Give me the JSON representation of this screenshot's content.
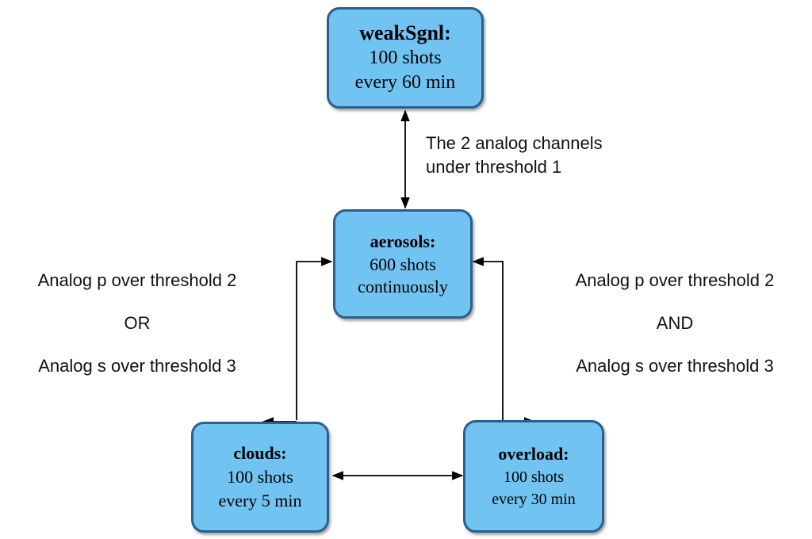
{
  "nodes": {
    "weaksgnl": {
      "title": "weakSgnl:",
      "line1": "100 shots",
      "line2": "every 60 min"
    },
    "aerosols": {
      "title": "aerosols:",
      "line1": "600 shots",
      "line2": "continuously"
    },
    "clouds": {
      "title": "clouds:",
      "line1": "100 shots",
      "line2": "every 5 min"
    },
    "overload": {
      "title": "overload:",
      "line1": "100 shots",
      "line2": "every 30 min"
    }
  },
  "labels": {
    "top_line1": "The 2 analog channels",
    "top_line2": "under threshold 1",
    "left_line1": "Analog p over threshold 2",
    "left_line2": "OR",
    "left_line3": "Analog s over threshold 3",
    "right_line1": "Analog p over threshold 2",
    "right_line2": "AND",
    "right_line3": "Analog s over threshold 3"
  },
  "colors": {
    "node_fill": "#71c3f2",
    "node_border": "#2c5f8c",
    "arrow": "#000000"
  }
}
